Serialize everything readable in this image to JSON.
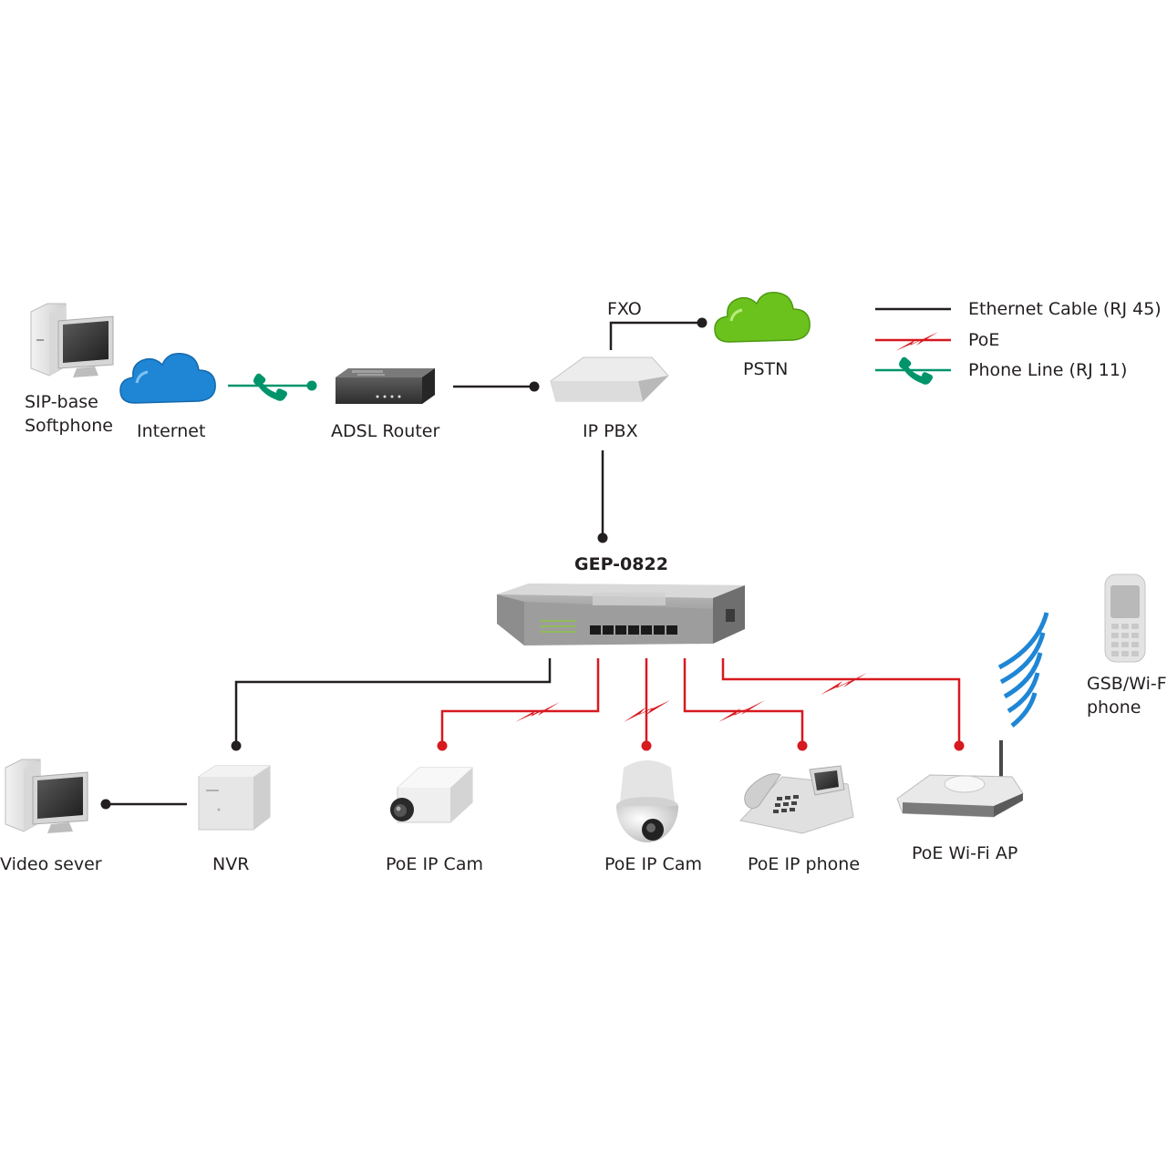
{
  "nodes": {
    "softphone": {
      "line1": "SIP-base",
      "line2": "Softphone",
      "icon": "desktop-computer-icon"
    },
    "internet": {
      "label": "Internet",
      "icon": "cloud-icon",
      "color": "#1f86d6"
    },
    "adsl_router": {
      "label": "ADSL Router",
      "icon": "router-icon"
    },
    "ip_pbx": {
      "label": "IP PBX",
      "icon": "pbx-device-icon"
    },
    "fxo": {
      "label": "FXO"
    },
    "pstn": {
      "label": "PSTN",
      "icon": "cloud-icon",
      "color": "#6cc21d"
    },
    "switch": {
      "label": "GEP-0822",
      "icon": "poe-switch-icon"
    },
    "video_server": {
      "label": "Video sever",
      "icon": "desktop-computer-icon"
    },
    "nvr": {
      "label": "NVR",
      "icon": "nvr-box-icon"
    },
    "ip_cam_box": {
      "label": "PoE IP Cam",
      "icon": "box-camera-icon"
    },
    "ip_cam_dome": {
      "label": "PoE IP Cam",
      "icon": "dome-camera-icon"
    },
    "ip_phone": {
      "label": "PoE IP phone",
      "icon": "desk-phone-icon"
    },
    "wifi_ap": {
      "label": "PoE Wi-Fi AP",
      "icon": "wireless-ap-icon"
    },
    "mobile_phone": {
      "line1": "GSB/Wi-Fi",
      "line2": "phone",
      "icon": "mobile-phone-icon"
    }
  },
  "legend": {
    "ethernet": {
      "label": "Ethernet Cable (RJ 45)",
      "color": "#231f20"
    },
    "poe": {
      "label": "PoE",
      "color": "#d71920"
    },
    "phone_line": {
      "label": "Phone Line (RJ 11)",
      "color": "#00946b"
    }
  },
  "colors": {
    "wifi_waves": "#1f86d6"
  }
}
